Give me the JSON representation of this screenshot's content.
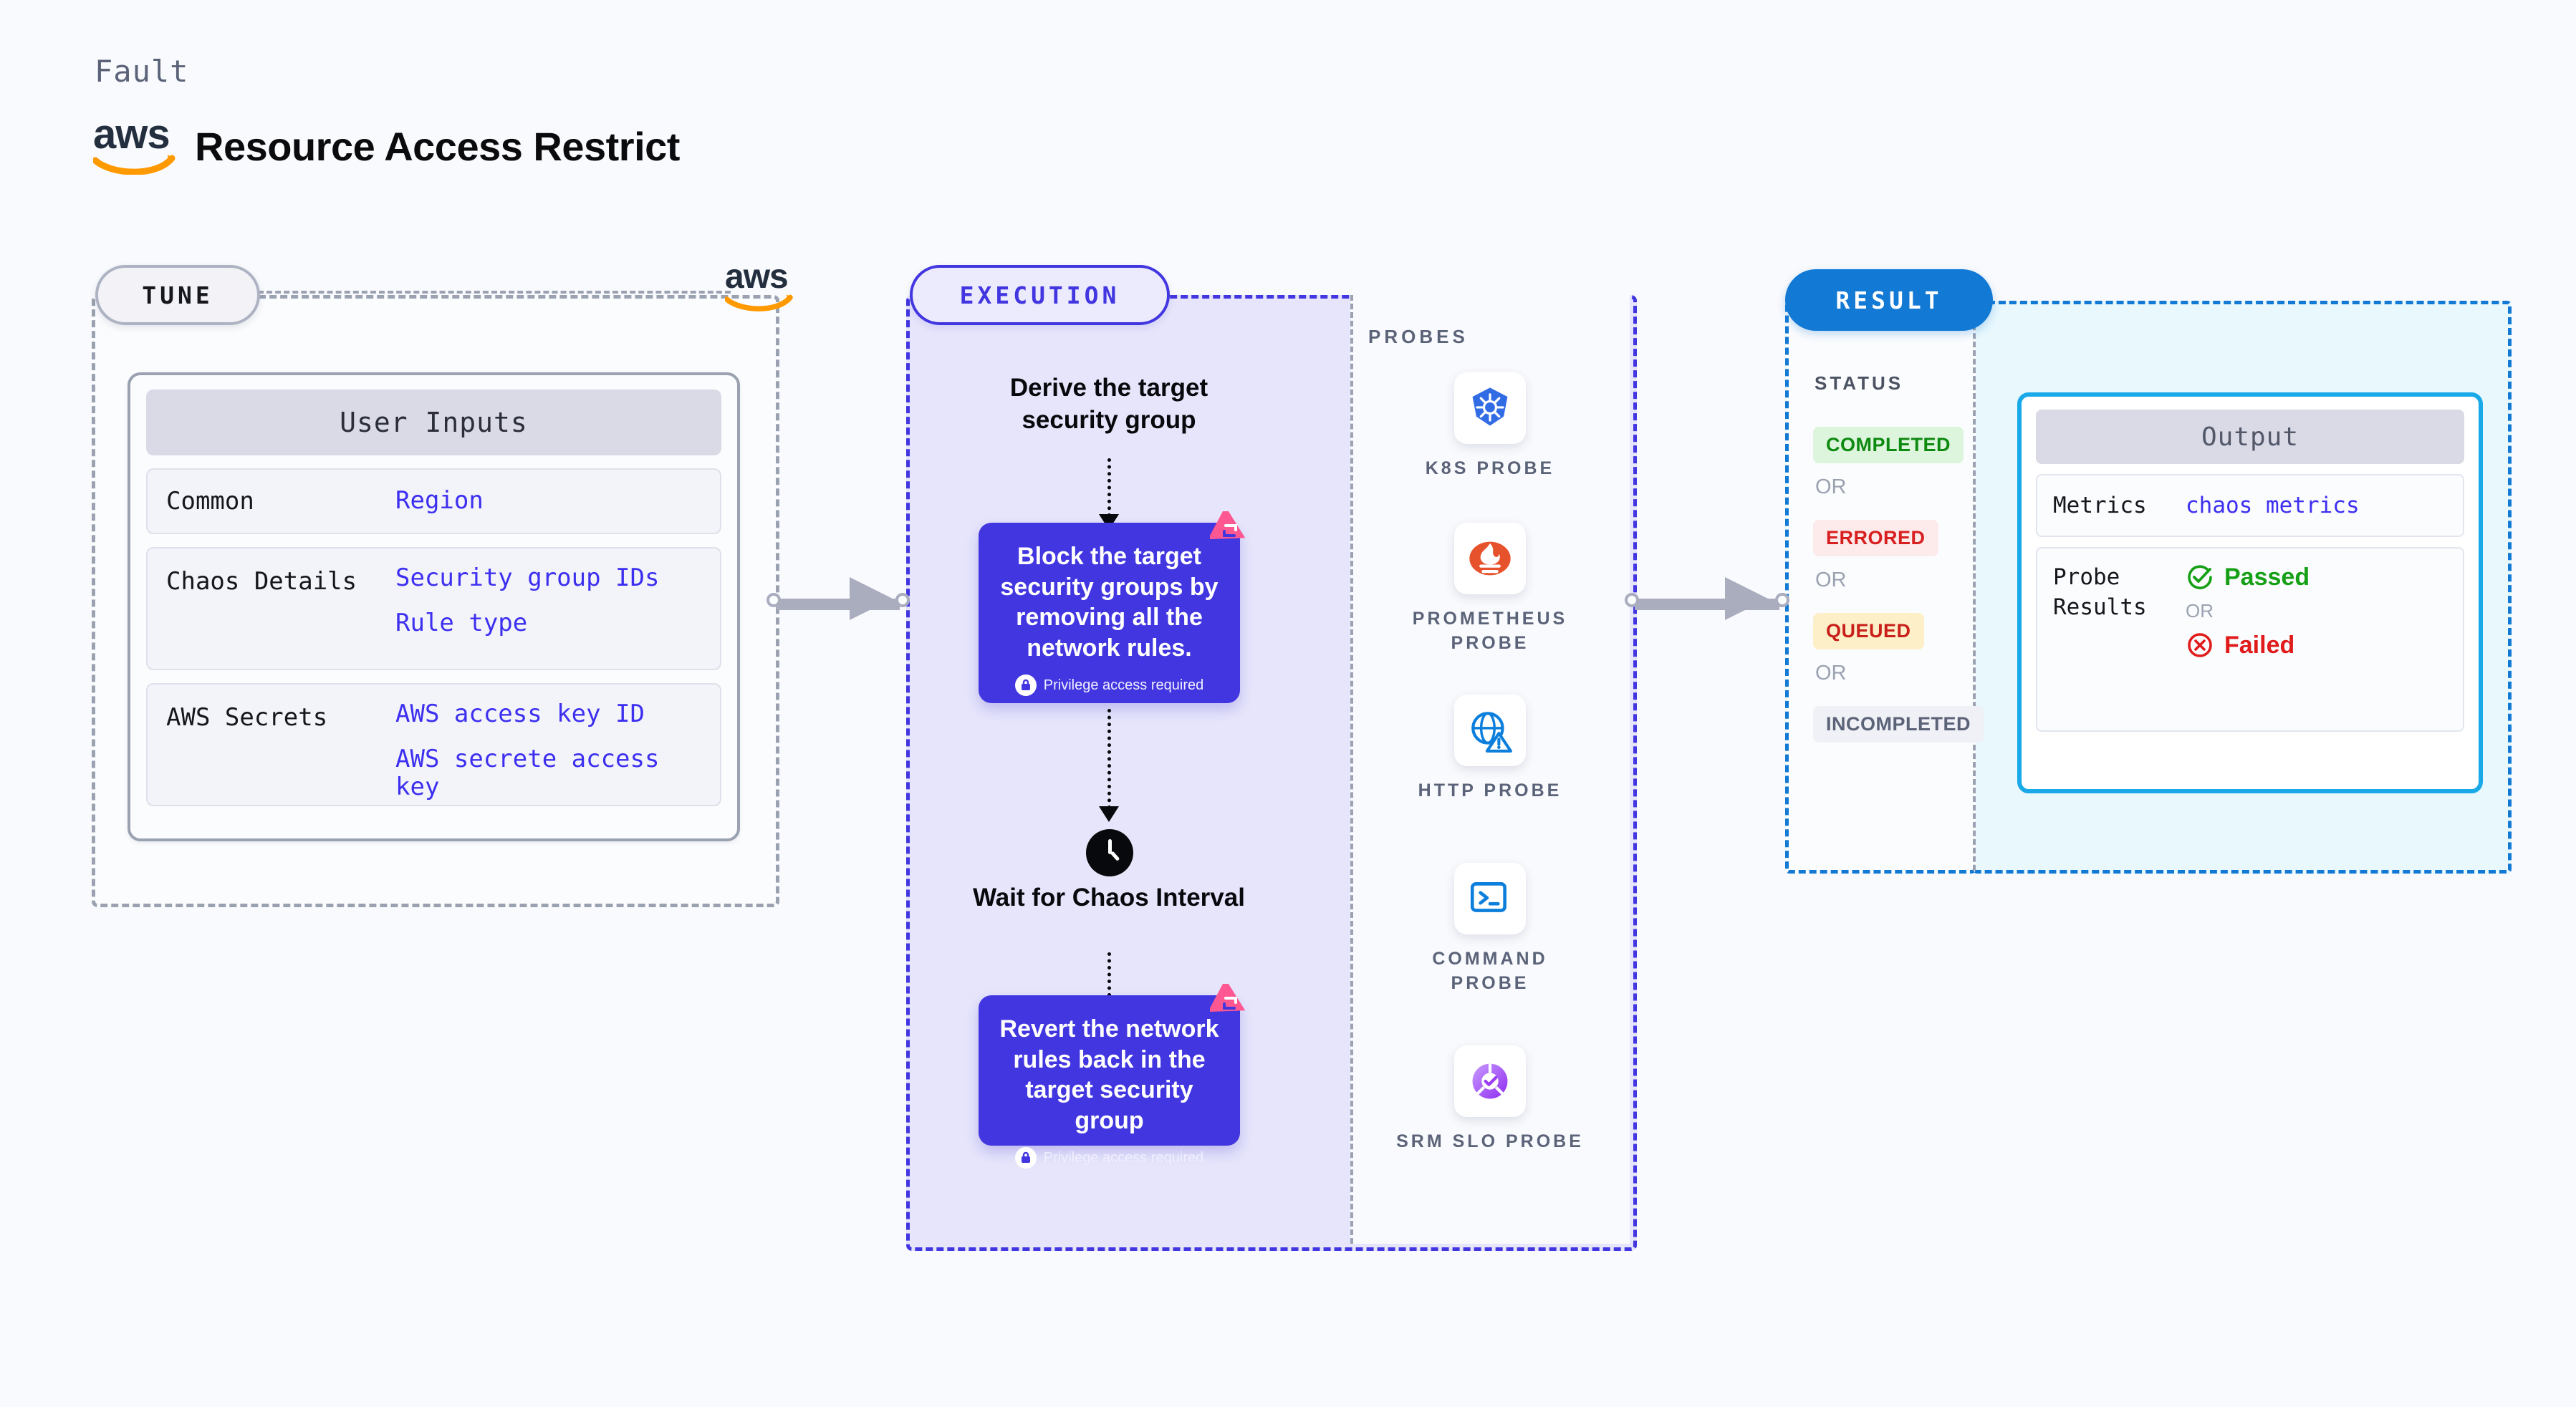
{
  "header": {
    "kicker": "Fault",
    "title": "Resource Access Restrict",
    "brand_icon": "aws-logo",
    "brand_text": "aws"
  },
  "colors": {
    "canvas_bg": "#f9fafd",
    "tune_border": "#9aa2b1",
    "execution_accent": "#4236e0",
    "execution_bg": "#e6e5fb",
    "result_accent": "#1279d4",
    "result_bg": "#e8f8fd",
    "output_border": "#19a9e8",
    "value_blue": "#3d2ff0",
    "connector": "#aaadbe",
    "aws_orange": "#ff9900",
    "aws_navy": "#232f3e",
    "litmus_pink": "#ff5792"
  },
  "tune": {
    "pill_label": "TUNE",
    "brand_icon": "aws-logo",
    "card": {
      "header": "User Inputs",
      "rows": [
        {
          "key": "Common",
          "values": [
            "Region"
          ]
        },
        {
          "key": "Chaos Details",
          "values": [
            "Security group IDs",
            "Rule type"
          ]
        },
        {
          "key": "AWS Secrets",
          "values": [
            "AWS access key ID",
            "AWS secrete access key"
          ]
        }
      ]
    }
  },
  "connectors": [
    {
      "name": "tune-to-execution"
    },
    {
      "name": "execution-to-result"
    }
  ],
  "execution": {
    "pill_label": "EXECUTION",
    "steps": [
      {
        "type": "text",
        "label": "Derive the target security group"
      },
      {
        "type": "card",
        "label": "Block the target security groups by removing all the network rules.",
        "note": "Privilege access required",
        "note_icon": "lock-icon",
        "badge_icon": "litmus-chaos-icon"
      },
      {
        "type": "clock",
        "icon": "clock-icon",
        "label": "Wait for Chaos Interval"
      },
      {
        "type": "card",
        "label": "Revert the network rules back in the target security group",
        "note": "Privilege access required",
        "note_icon": "lock-icon",
        "badge_icon": "litmus-chaos-icon"
      }
    ],
    "probes": {
      "title": "PROBES",
      "items": [
        {
          "label": "K8S PROBE",
          "icon": "kubernetes-icon"
        },
        {
          "label": "PROMETHEUS PROBE",
          "icon": "prometheus-icon"
        },
        {
          "label": "HTTP PROBE",
          "icon": "http-globe-warning-icon"
        },
        {
          "label": "COMMAND PROBE",
          "icon": "terminal-icon"
        },
        {
          "label": "SRM SLO PROBE",
          "icon": "srm-slo-icon"
        }
      ]
    }
  },
  "result": {
    "pill_label": "RESULT",
    "status_title": "STATUS",
    "or_label": "OR",
    "statuses": [
      {
        "label": "COMPLETED",
        "bg": "#ddf5dd",
        "fg": "#0f8a11"
      },
      {
        "label": "ERRORED",
        "bg": "#fdeaea",
        "fg": "#d81f1f"
      },
      {
        "label": "QUEUED",
        "bg": "#fdf0c8",
        "fg": "#c9201b"
      },
      {
        "label": "INCOMPLETED",
        "bg": "#f0f1f6",
        "fg": "#5b6379"
      }
    ],
    "output": {
      "header": "Output",
      "metrics_key": "Metrics",
      "metrics_value": "chaos metrics",
      "probe_key": "Probe Results",
      "passed_label": "Passed",
      "passed_icon": "check-circle-icon",
      "or_label": "OR",
      "failed_label": "Failed",
      "failed_icon": "x-circle-icon"
    }
  }
}
